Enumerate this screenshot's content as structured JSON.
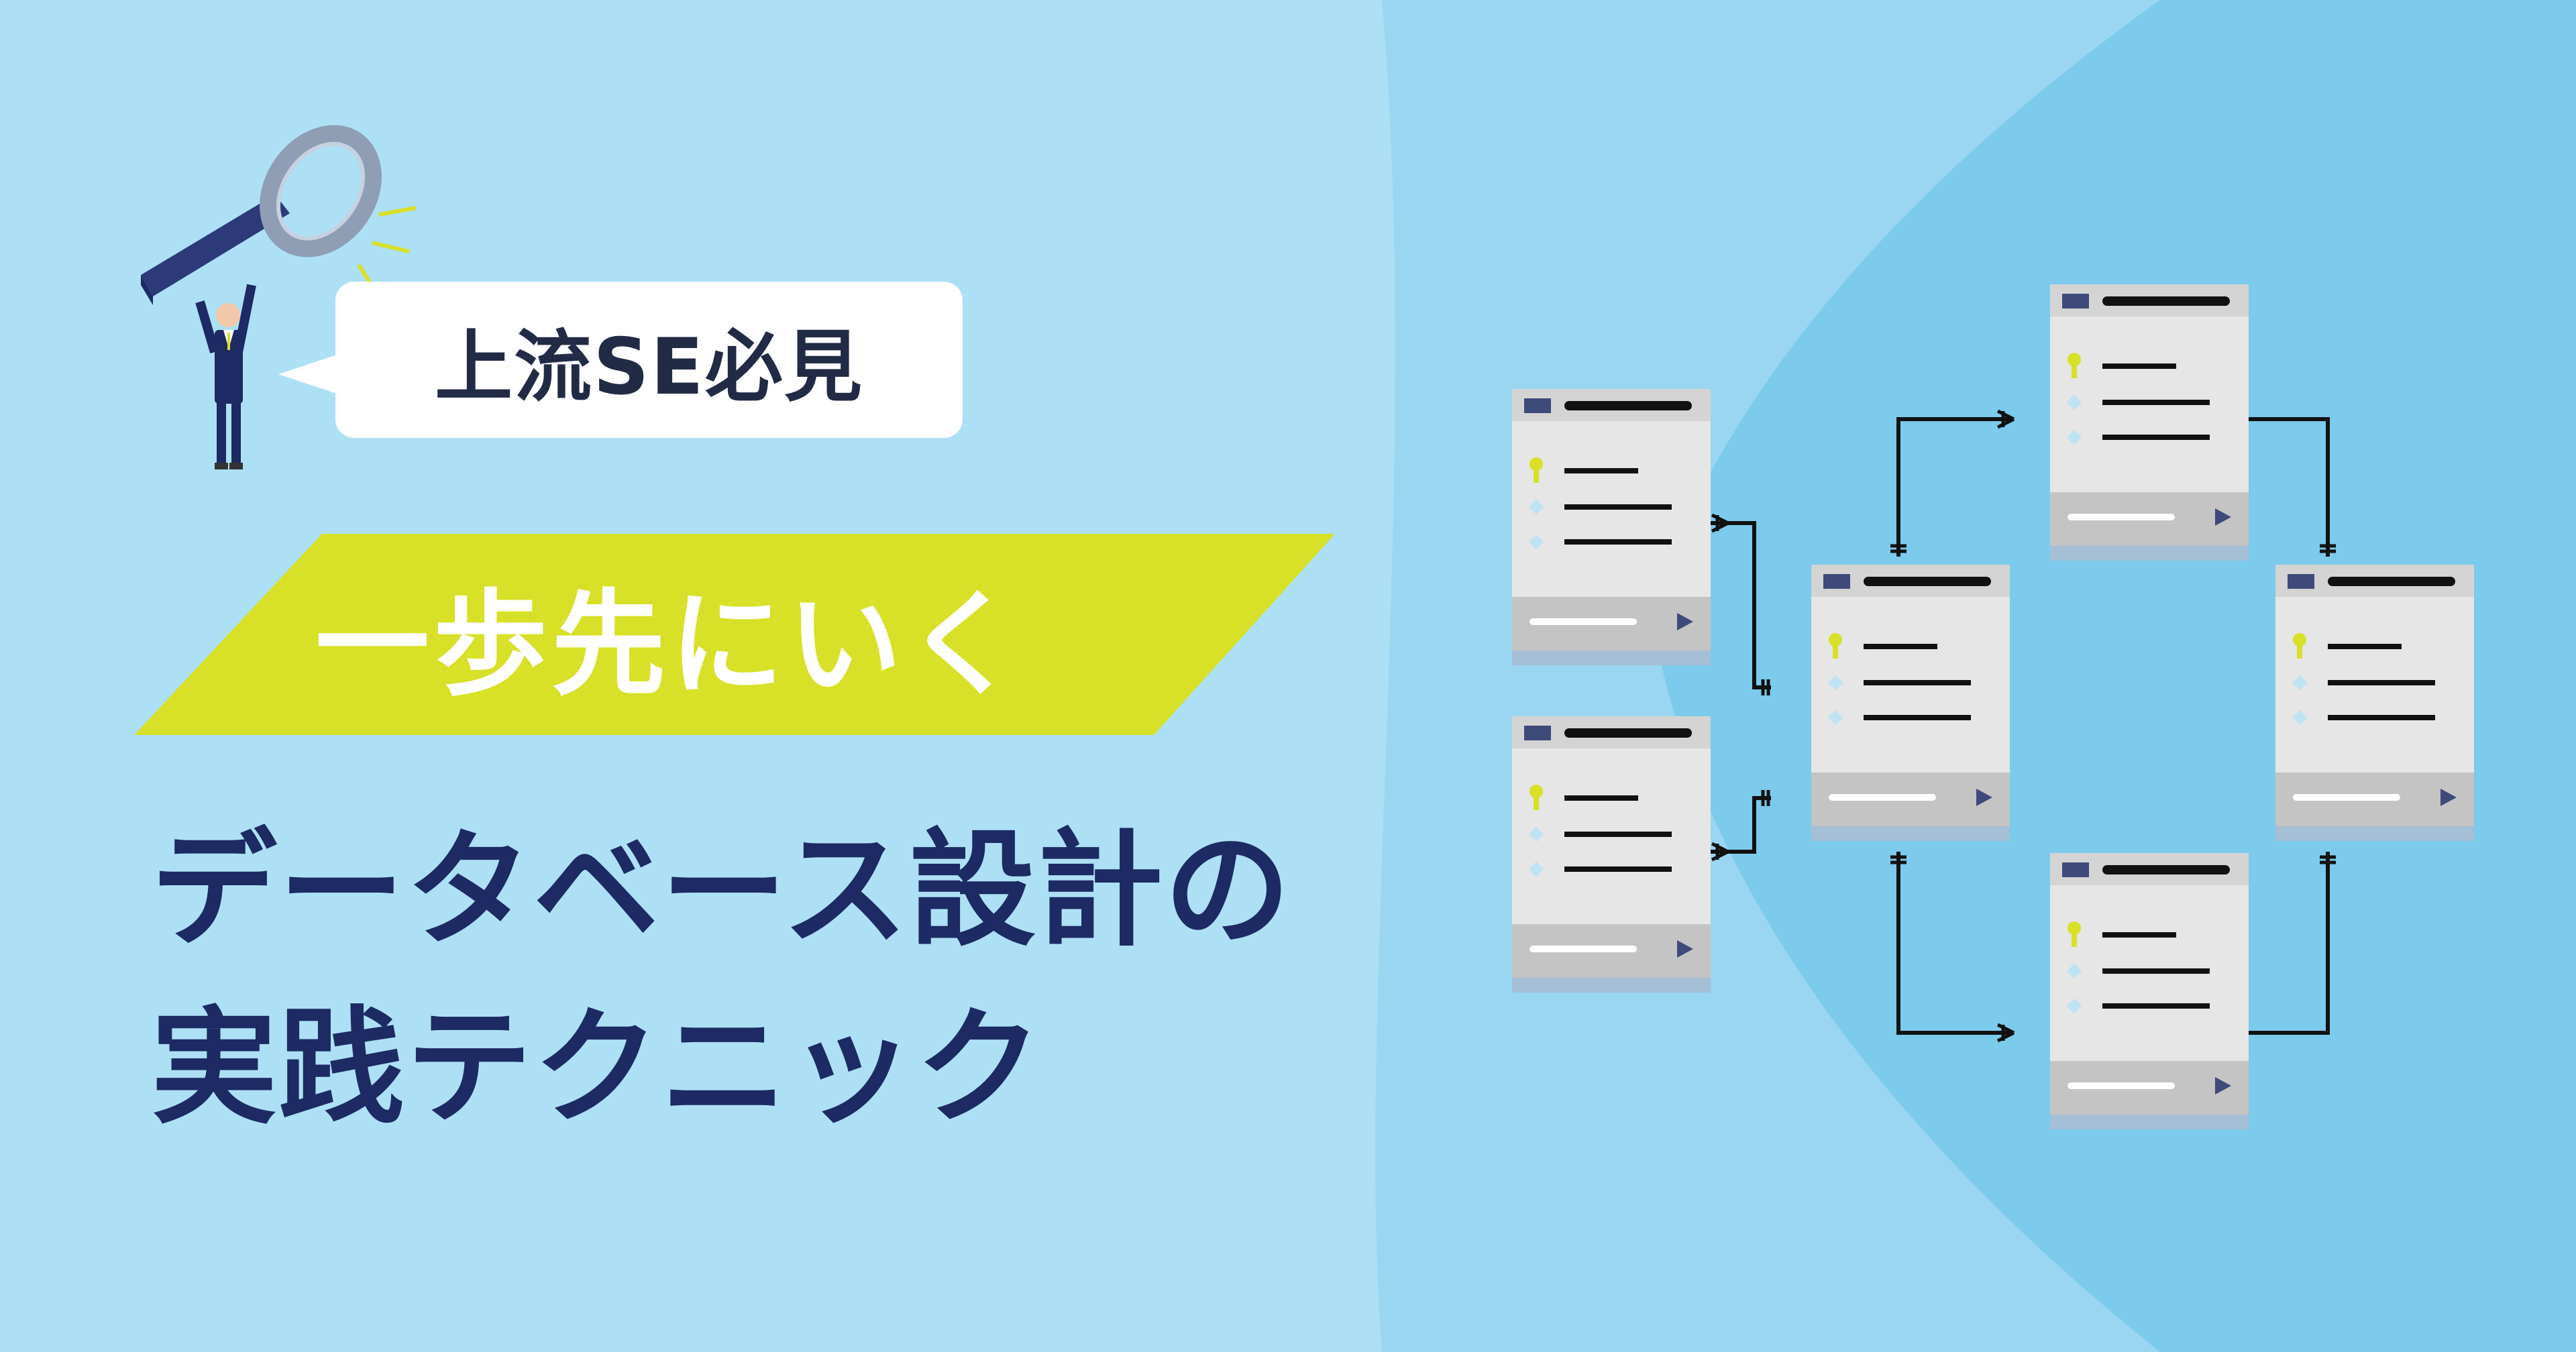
{
  "colors": {
    "background_left": "#ade0f4",
    "background_right": "#7ccaec",
    "background_mid": "#9ad6f1",
    "banner": "#d8e028",
    "title": "#1d2a63",
    "bubble": "#ffffff",
    "key_icon": "#d8e028",
    "table_header_square": "#3e4a7a"
  },
  "speech_bubble": {
    "text": "上流SE必見"
  },
  "banner": {
    "text": "一歩先にいく"
  },
  "title": {
    "line1": "データベース設計の",
    "line2": "実践テクニック"
  },
  "illustration": {
    "figure": "business-person",
    "tool": "magnifying-glass-icon"
  },
  "er_diagram": {
    "tables": [
      "table-1",
      "table-2",
      "table-3",
      "table-4",
      "table-5",
      "table-6"
    ],
    "row_icons": [
      "key-icon",
      "diamond-icon",
      "diamond-icon"
    ]
  }
}
